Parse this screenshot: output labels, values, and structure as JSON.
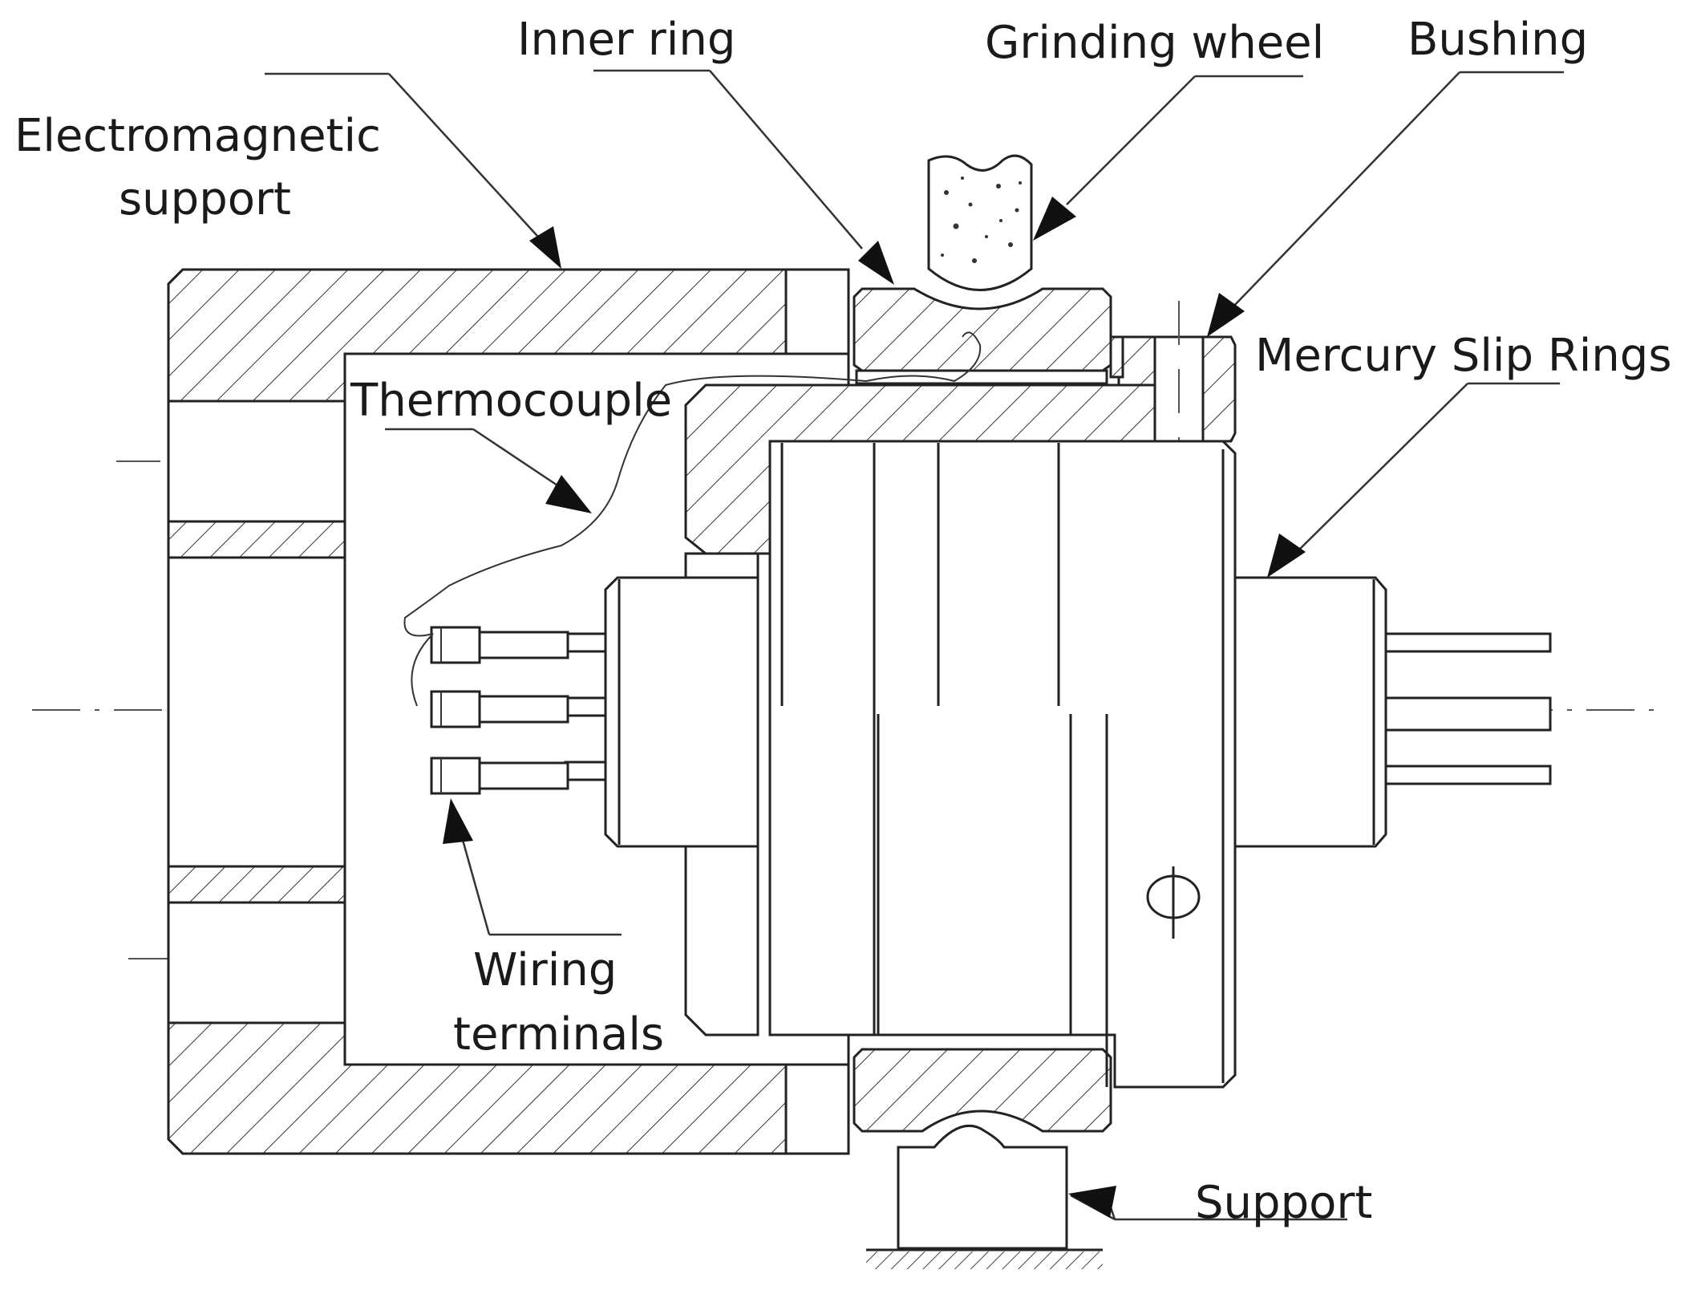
{
  "diagram": {
    "labels": {
      "electromagnetic_support_line1": "Electromagnetic",
      "electromagnetic_support_line2": "support",
      "inner_ring": "Inner ring",
      "grinding_wheel": "Grinding wheel",
      "bushing": "Bushing",
      "mercury_slip_rings": "Mercury Slip Rings",
      "thermocouple": "Thermocouple",
      "wiring_terminals_line1": "Wiring",
      "wiring_terminals_line2": "terminals",
      "support": "Support"
    },
    "colors": {
      "line": "#222222",
      "background": "#ffffff"
    }
  }
}
